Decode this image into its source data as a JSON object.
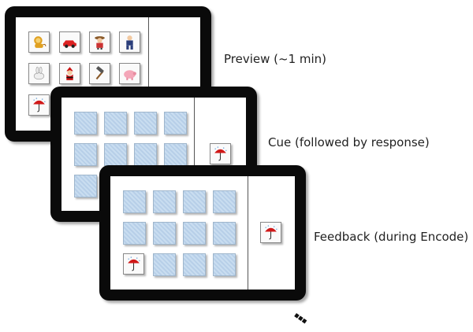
{
  "panels": [
    {
      "caption": "Preview (~1 min)"
    },
    {
      "caption": "Cue (followed by response)"
    },
    {
      "caption": "Feedback (during Encode)"
    }
  ],
  "preview_icons": [
    "lion-icon",
    "car-icon",
    "cowboy-icon",
    "boy-icon",
    "rabbit-icon",
    "santa-icon",
    "hammer-icon",
    "pig-icon",
    "umbrella-icon"
  ],
  "cue_icon": "umbrella-icon",
  "feedback_revealed_icon": "umbrella-icon",
  "continuation": "..."
}
